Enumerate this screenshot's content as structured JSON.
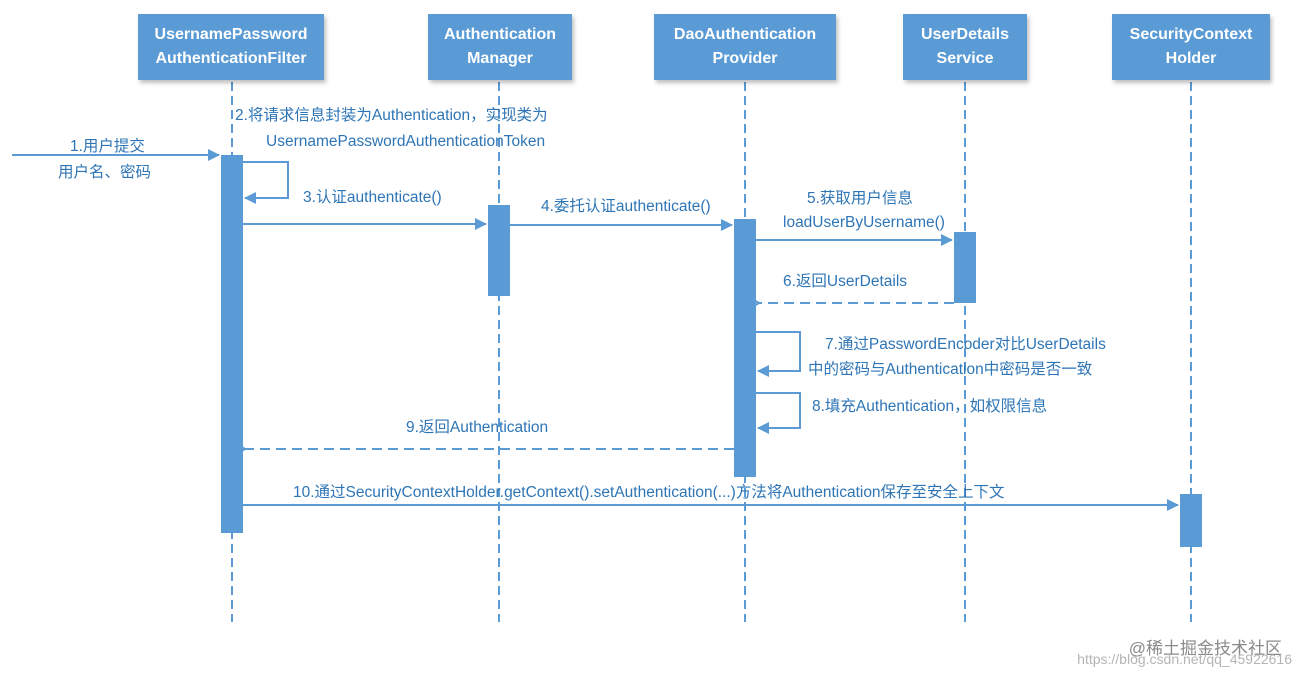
{
  "participants": [
    {
      "id": "filter",
      "line1": "UsernamePassword",
      "line2": "AuthenticationFilter"
    },
    {
      "id": "manager",
      "line1": "Authentication",
      "line2": "Manager"
    },
    {
      "id": "dao",
      "line1": "DaoAuthentication",
      "line2": "Provider"
    },
    {
      "id": "uds",
      "line1": "UserDetails",
      "line2": "Service"
    },
    {
      "id": "sch",
      "line1": "SecurityContext",
      "line2": "Holder"
    }
  ],
  "messages": {
    "m1_line1": "1.用户提交",
    "m1_line2": "用户名、密码",
    "m2_line1": "2.将请求信息封装为Authentication，实现类为",
    "m2_line2": "UsernamePasswordAuthenticationToken",
    "m3": "3.认证authenticate()",
    "m4": "4.委托认证authenticate()",
    "m5_line1": "5.获取用户信息",
    "m5_line2": "loadUserByUsername()",
    "m6": "6.返回UserDetails",
    "m7_line1": "7.通过PasswordEncoder对比UserDetails",
    "m7_line2": "中的密码与Authentication中密码是否一致",
    "m8": "8.填充Authentication，如权限信息",
    "m9": "9.返回Authentication",
    "m10": "10.通过SecurityContextHolder.getContext().setAuthentication(...)方法将Authentication保存至安全上下文"
  },
  "watermark": {
    "brand": "@稀土掘金技术社区",
    "url": "https://blog.csdn.net/qq_45922616"
  },
  "colors": {
    "header_fill": "#5b9bd5",
    "lines": "#5b9bd5",
    "text": "#2e75b6"
  }
}
